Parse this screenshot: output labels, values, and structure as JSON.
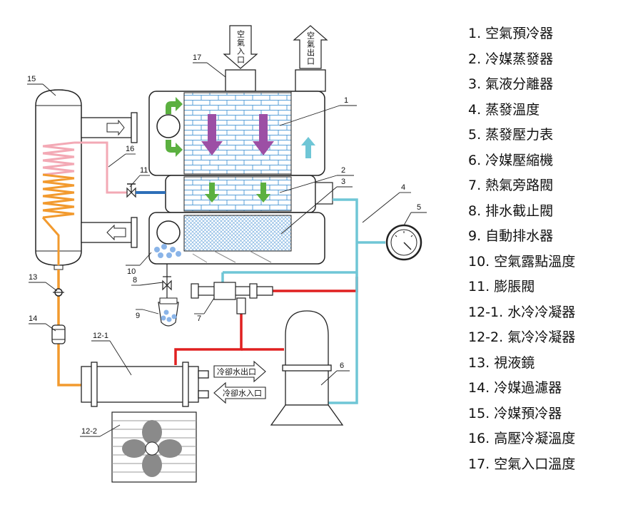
{
  "legend": [
    "1. 空氣預冷器",
    "2. 冷媒蒸發器",
    "3. 氣液分離器",
    "4. 蒸發溫度",
    "5. 蒸發壓力表",
    "6. 冷媒壓縮機",
    "7. 熱氣旁路閥",
    "8. 排水截止閥",
    "9. 自動排水器",
    "10. 空氣露點溫度",
    "11. 膨脹閥",
    "12-1. 水冷冷凝器",
    "12-2. 氣冷冷凝器",
    "13. 視液鏡",
    "14. 冷媒過濾器",
    "15. 冷媒預冷器",
    "16. 高壓冷凝溫度",
    "17. 空氣入口溫度"
  ],
  "arrows": {
    "air_inlet": "空氣入口",
    "air_outlet": "空氣出口",
    "coolwater_out": "冷卻水出口",
    "coolwater_in": "冷卻水入口"
  },
  "numbers": {
    "n1": "1",
    "n2": "2",
    "n3": "3",
    "n4": "4",
    "n5": "5",
    "n6": "6",
    "n7": "7",
    "n8": "8",
    "n9": "9",
    "n10": "10",
    "n11": "11",
    "n12_1": "12-1",
    "n12_2": "12-2",
    "n13": "13",
    "n14": "14",
    "n15": "15",
    "n16": "16",
    "n17": "17"
  },
  "colors": {
    "refrigerant_hot": "#e02020",
    "refrigerant_liquid": "#f29a2e",
    "suction_line": "#6fc6d6",
    "coil_pink": "#f3a9b5",
    "grid_blue": "#5aa0d8",
    "arrow_purple": "#9c4fa5",
    "arrow_green": "#5bb040",
    "arrow_cyan": "#6fc6d6",
    "water_drop": "#8ab4e8",
    "fan_grey": "#8a8a8a"
  }
}
